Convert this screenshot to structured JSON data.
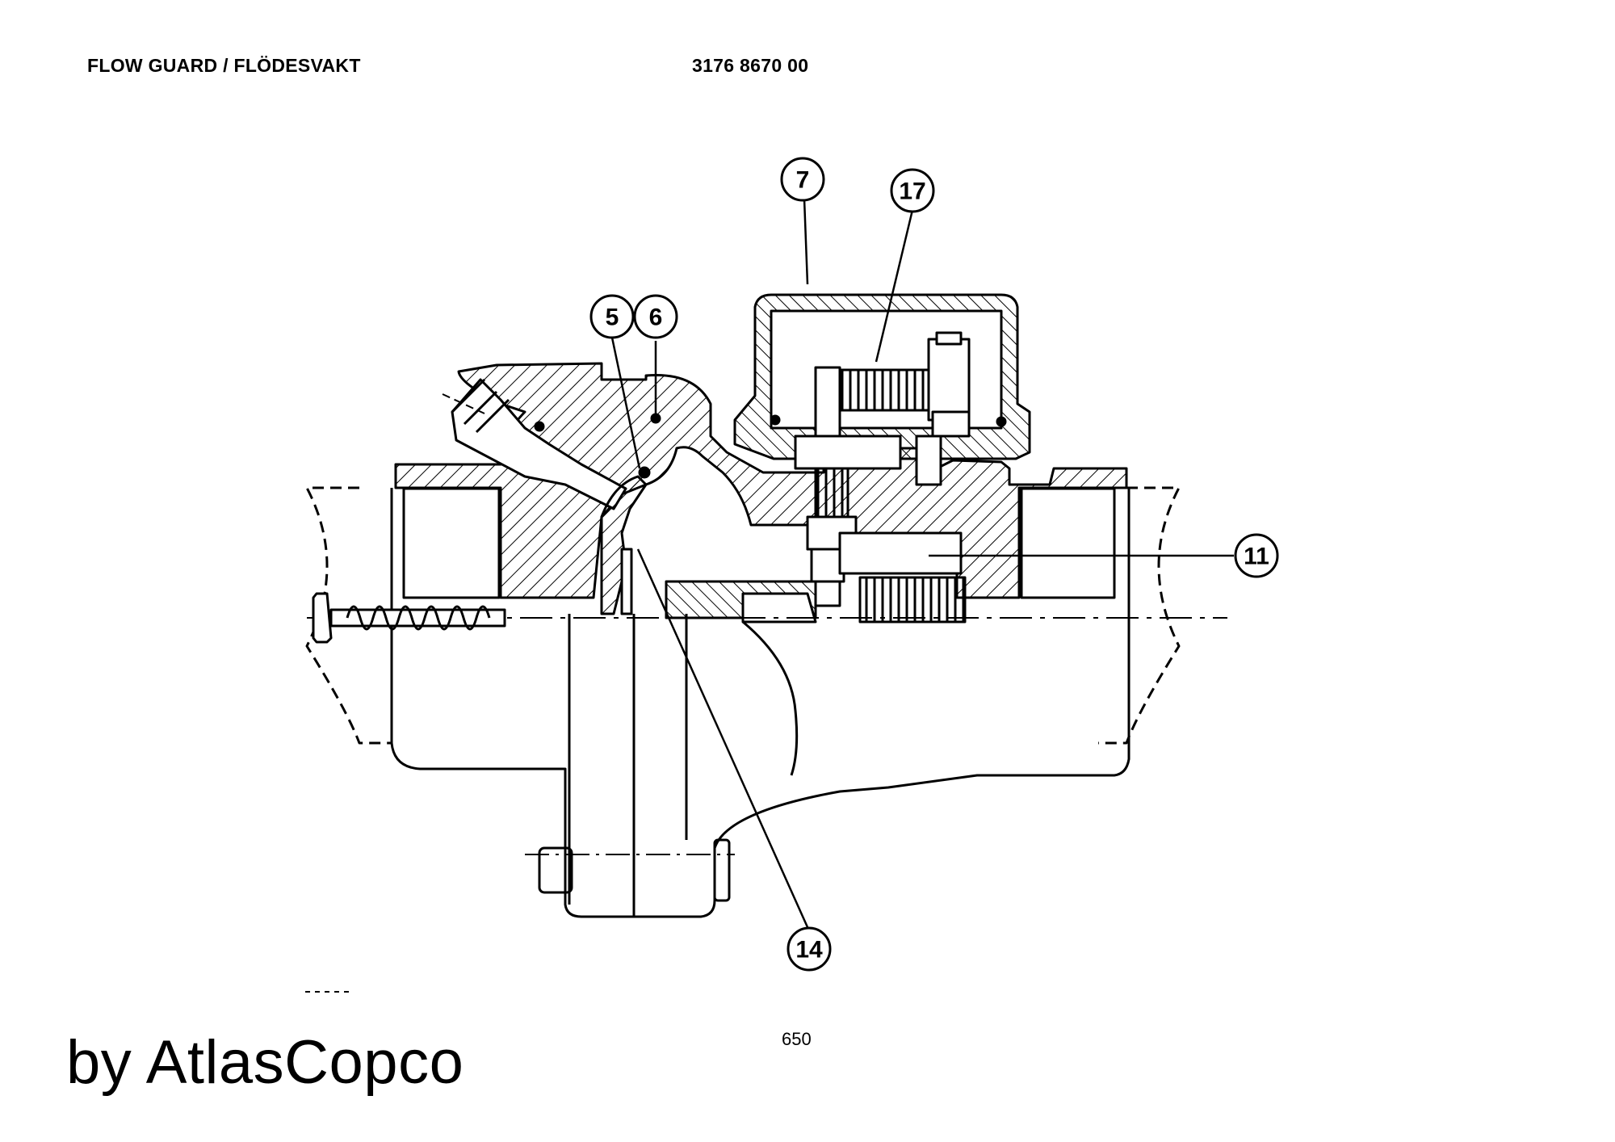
{
  "header": {
    "title": "FLOW GUARD / FLÖDESVAKT",
    "part_number": "3176 8670 00"
  },
  "diagram": {
    "callouts": [
      "7",
      "17",
      "5",
      "6",
      "11",
      "14"
    ]
  },
  "footer": {
    "page_number": "650",
    "brand": "by AtlasCopco"
  }
}
